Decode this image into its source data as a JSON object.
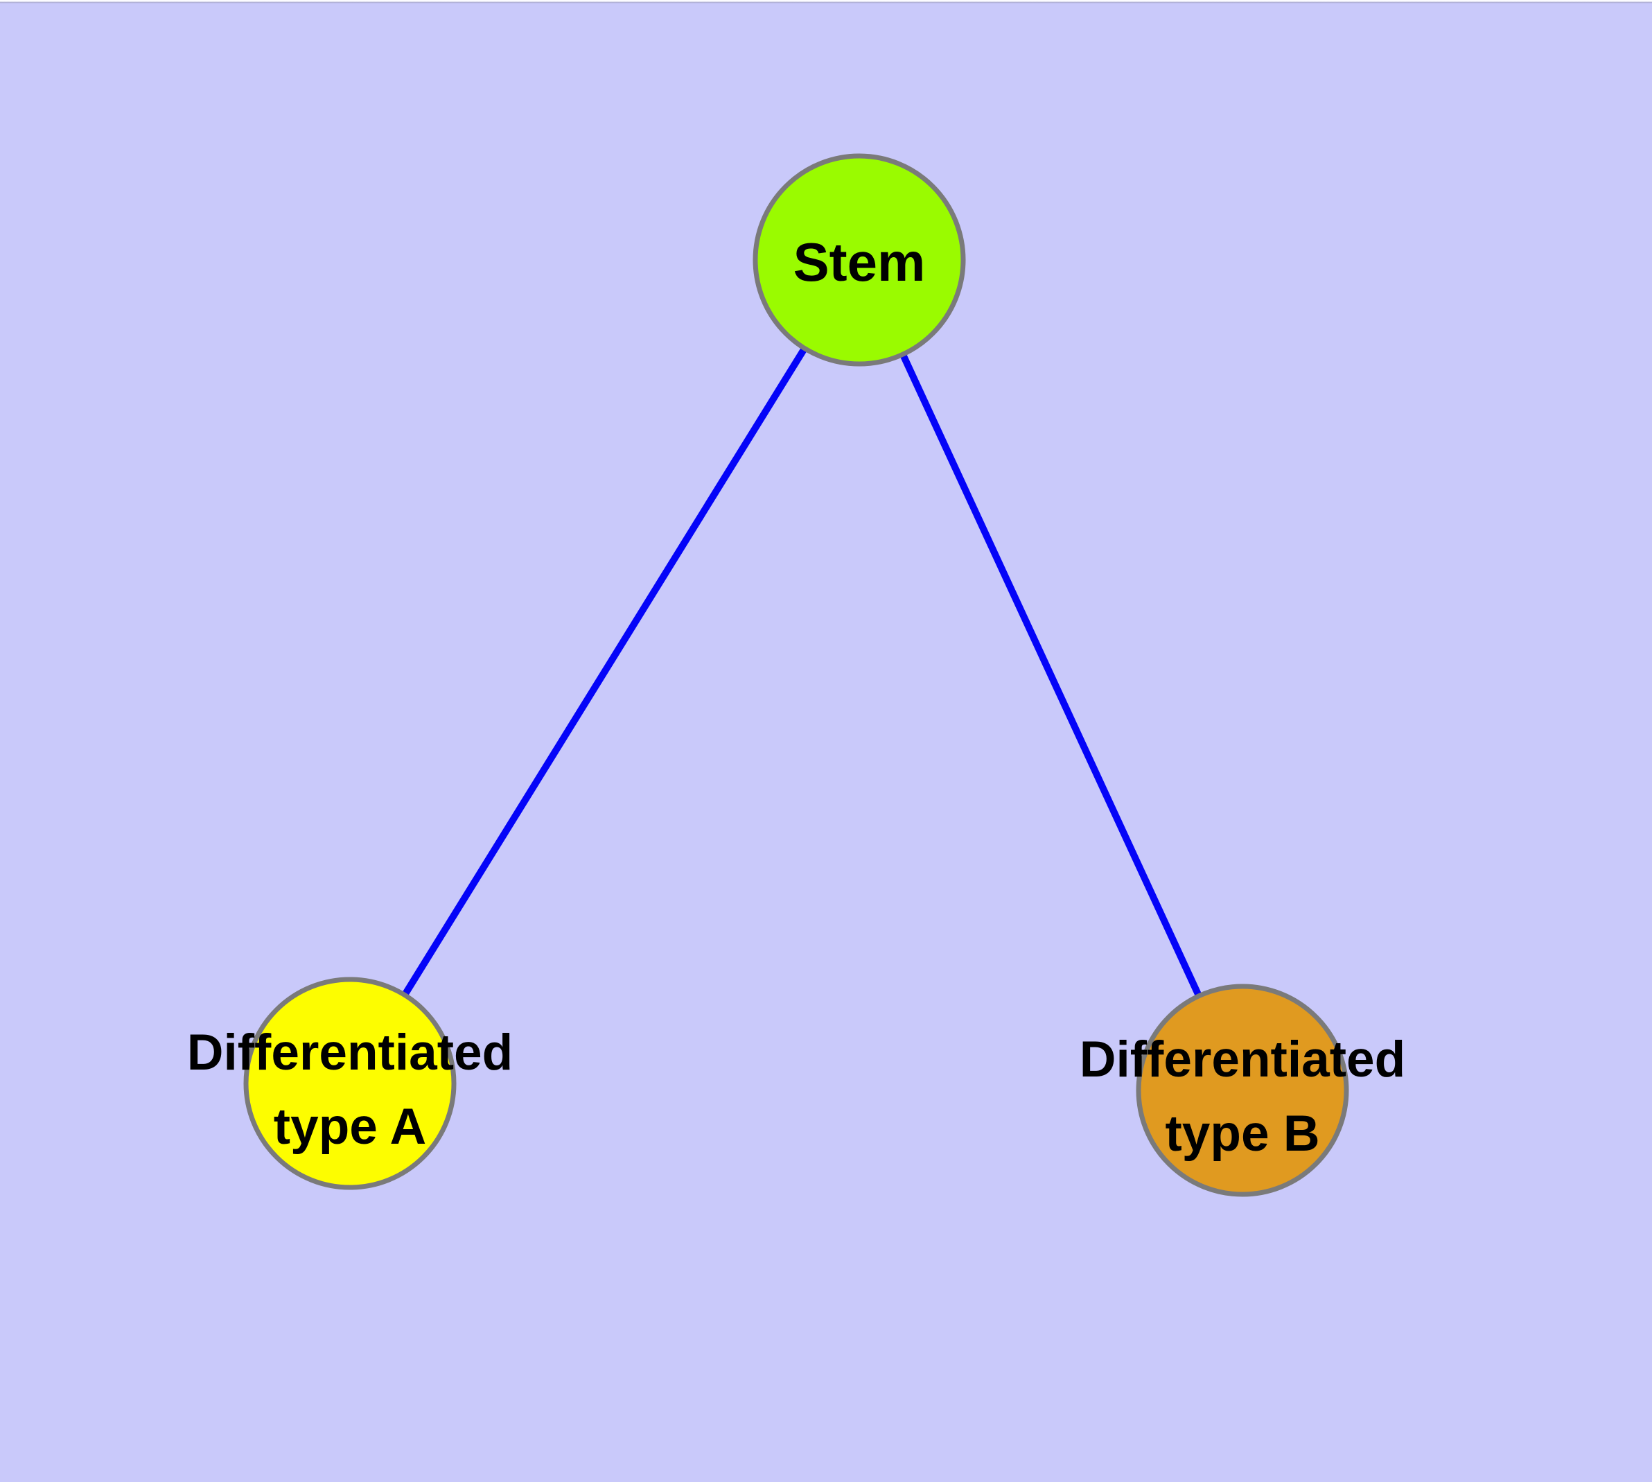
{
  "canvas": {
    "background_color": "#c9c9fa",
    "node_border_color": "#7a7a7a",
    "edge_color": "#0404f8",
    "label_color": "#000000"
  },
  "nodes": {
    "stem": {
      "label": "Stem",
      "fill": "#9afb00"
    },
    "type_a": {
      "label_line1": "Differentiated",
      "label_line2": "type A",
      "fill": "#fdfd00"
    },
    "type_b": {
      "label_line1": "Differentiated",
      "label_line2": "type B",
      "fill": "#e09a20"
    }
  },
  "edges": {
    "stem_type_a": {
      "color": "#0404f8"
    },
    "stem_type_b": {
      "color": "#0404f8"
    }
  }
}
